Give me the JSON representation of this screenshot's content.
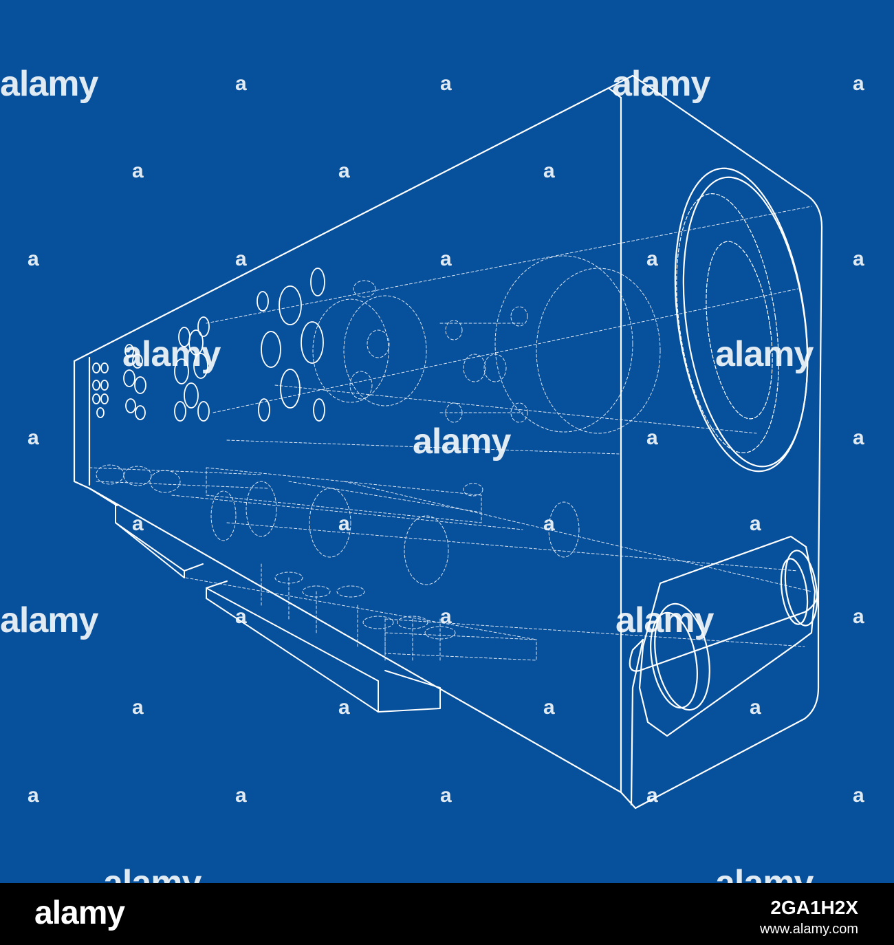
{
  "image": {
    "subject": "audio-speaker-wireframe",
    "background_color": "#07509c",
    "line_color": "#ffffff",
    "watermark_text": "alamy",
    "watermark_small_text": "a"
  },
  "footer": {
    "logo": "alamy",
    "image_id": "2GA1H2X",
    "url": "www.alamy.com"
  }
}
